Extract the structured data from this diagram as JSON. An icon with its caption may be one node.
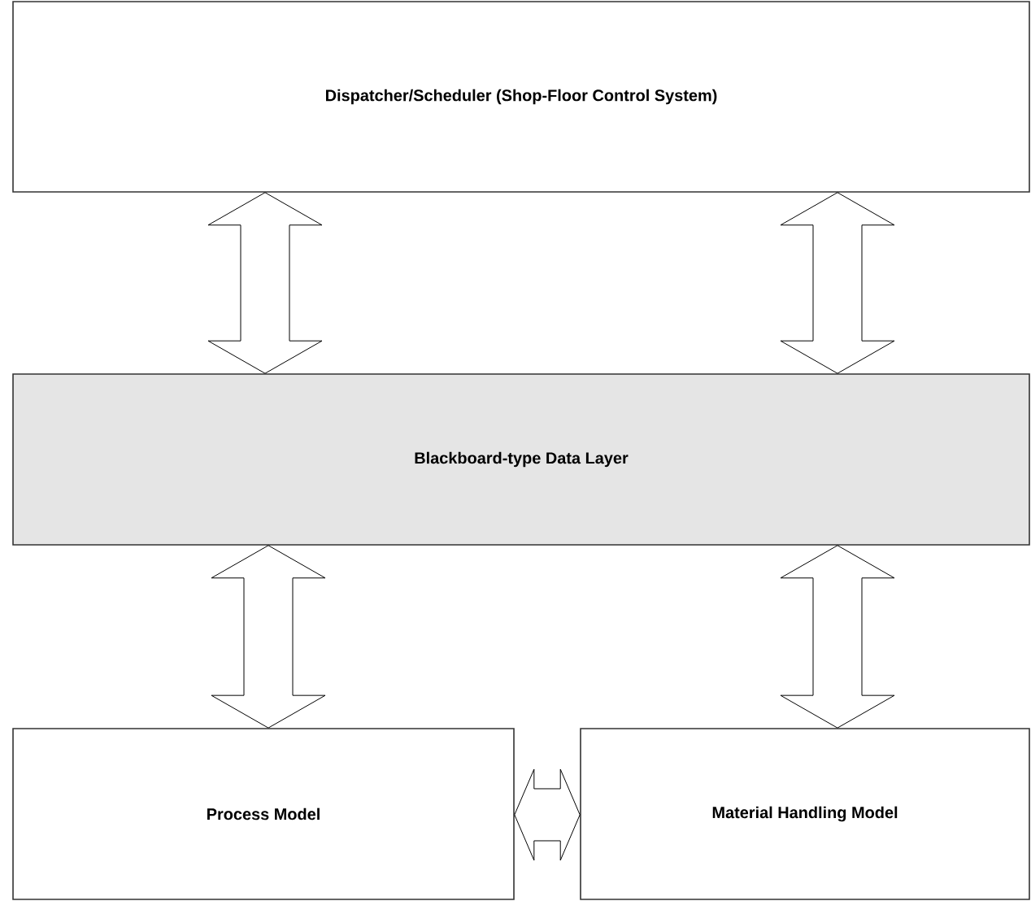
{
  "diagram": {
    "nodes": [
      {
        "text": [
          "Dispatcher/Scheduler (Shop-Floor Control System)"
        ]
      },
      {
        "text": [
          "Blackboard-type Data Layer"
        ]
      },
      {
        "text": [
          "Process Model"
        ]
      },
      {
        "text": [
          "Material Handling Model"
        ]
      }
    ],
    "edges": [
      {
        "from": 0,
        "to": 1,
        "arrow": "both"
      },
      {
        "from": 0,
        "to": 1,
        "arrow": "both"
      },
      {
        "from": 1,
        "to": 2,
        "arrow": "both"
      },
      {
        "from": 1,
        "to": 3,
        "arrow": "both"
      },
      {
        "from": 2,
        "to": 3,
        "arrow": "both"
      }
    ]
  }
}
